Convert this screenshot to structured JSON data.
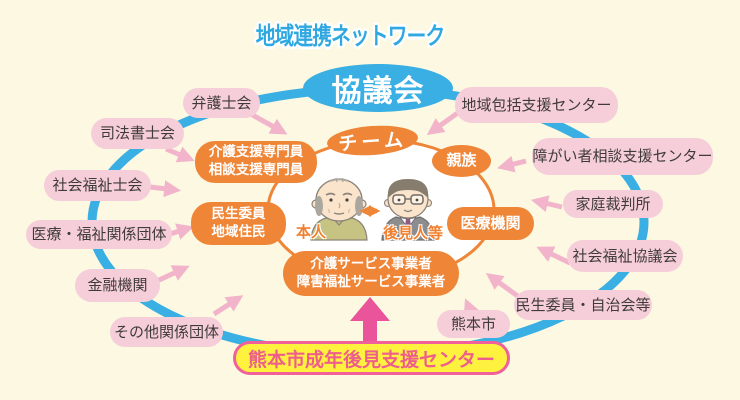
{
  "title": "地域連携ネットワーク",
  "council_label": "協議会",
  "team_label": "チーム",
  "person_label": "本人",
  "guardian_label": "後見人等",
  "support_center_label": "熊本市成年後見支援センター",
  "outer": {
    "bengoshikai": "弁護士会",
    "shihoshoshikai": "司法書士会",
    "shakaifukushishikai": "社会福祉士会",
    "iryofukushi": "医療・福祉関係団体",
    "kinyukikan": "金融機関",
    "sonota": "その他関係団体",
    "chiikihokatsu": "地域包括支援センター",
    "shogaisha": "障がい者相談支援センター",
    "kateisaibansho": "家庭裁判所",
    "shakyo": "社会福祉協議会",
    "minseijichikai": "民生委員・自治会等",
    "kumamotoshi": "熊本市"
  },
  "inner": {
    "care_line1": "介護支援専門員",
    "care_line2": "相談支援専門員",
    "shinzoku": "親族",
    "minsei_line1": "民生委員",
    "minsei_line2": "地域住民",
    "iryokikan": "医療機関",
    "service_line1": "介護サービス事業者",
    "service_line2": "障害福祉サービス事業者"
  },
  "colors": {
    "background": "#FCF8E1",
    "network_blue": "#3AAFE4",
    "orange": "#EE8537",
    "pink_bubble": "#F6CEDA",
    "pink_arrow": "#F2B4CA",
    "magenta_arrow": "#E9549B",
    "yellow_box": "#FFF23F",
    "yellow_box_border": "#F0609A",
    "label_text": "#3F3B3A"
  }
}
